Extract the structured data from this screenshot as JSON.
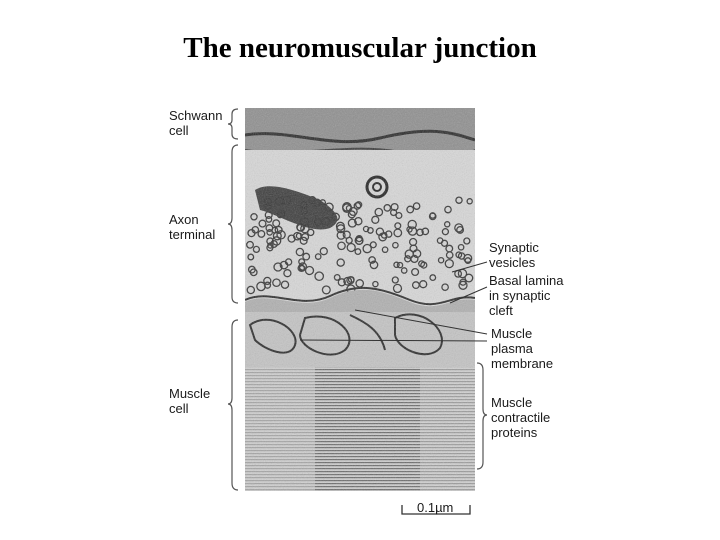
{
  "title": "The neuromuscular junction",
  "labels": {
    "schwann_cell": [
      "Schwann",
      "cell"
    ],
    "axon_terminal": [
      "Axon",
      "terminal"
    ],
    "muscle_cell": [
      "Muscle",
      "cell"
    ],
    "synaptic_vesicles": [
      "Synaptic",
      "vesicles"
    ],
    "basal_lamina": [
      "Basal lamina",
      "in synaptic",
      "cleft"
    ],
    "muscle_plasma_membrane": [
      "Muscle",
      "plasma",
      "membrane"
    ],
    "muscle_contractile_proteins": [
      "Muscle",
      "contractile",
      "proteins"
    ]
  },
  "scale_bar": "0.1µm"
}
